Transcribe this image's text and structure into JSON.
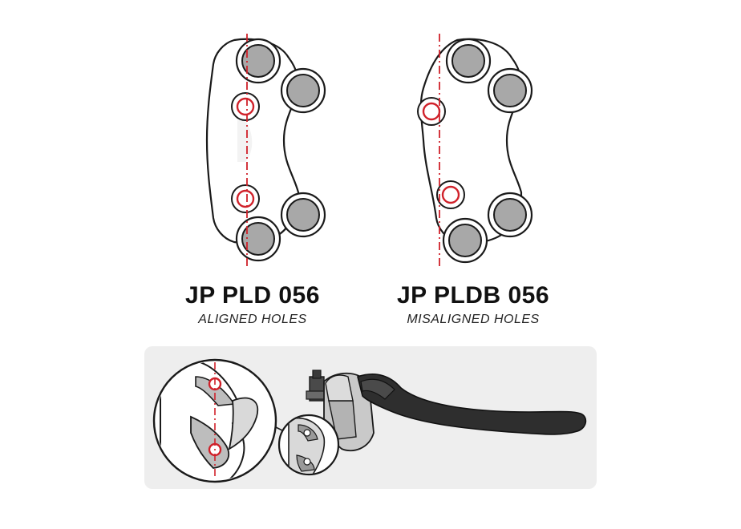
{
  "left_part": {
    "title": "JP PLD 056",
    "subtitle": "ALIGNED HOLES"
  },
  "right_part": {
    "title": "JP PLDB 056",
    "subtitle": "MISALIGNED HOLES"
  },
  "colors": {
    "outline": "#1a1a1a",
    "body_fill": "#ffffff",
    "hole_fill": "#a8a8a8",
    "accent_red": "#d0212a",
    "panel_bg": "#eeeeee",
    "lever_dark": "#2e2e2e",
    "clamp_metal": "#c9c9c9"
  },
  "icons": [
    "zoom-circle-icon",
    "small-zoom-circle-icon",
    "brake-lever-icon"
  ]
}
